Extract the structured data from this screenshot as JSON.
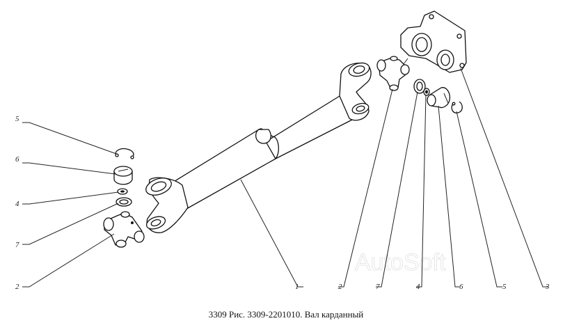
{
  "caption": "3309 Рис. 3309-2201010. Вал карданный",
  "watermark": "AutoSoft",
  "callouts": {
    "left_5": "5",
    "left_6": "6",
    "left_4": "4",
    "left_7": "7",
    "left_2": "2",
    "bottom_1": "1",
    "bottom_2": "2",
    "bottom_7": "7",
    "bottom_4": "4",
    "bottom_6": "6",
    "bottom_5": "5",
    "bottom_3": "3"
  }
}
